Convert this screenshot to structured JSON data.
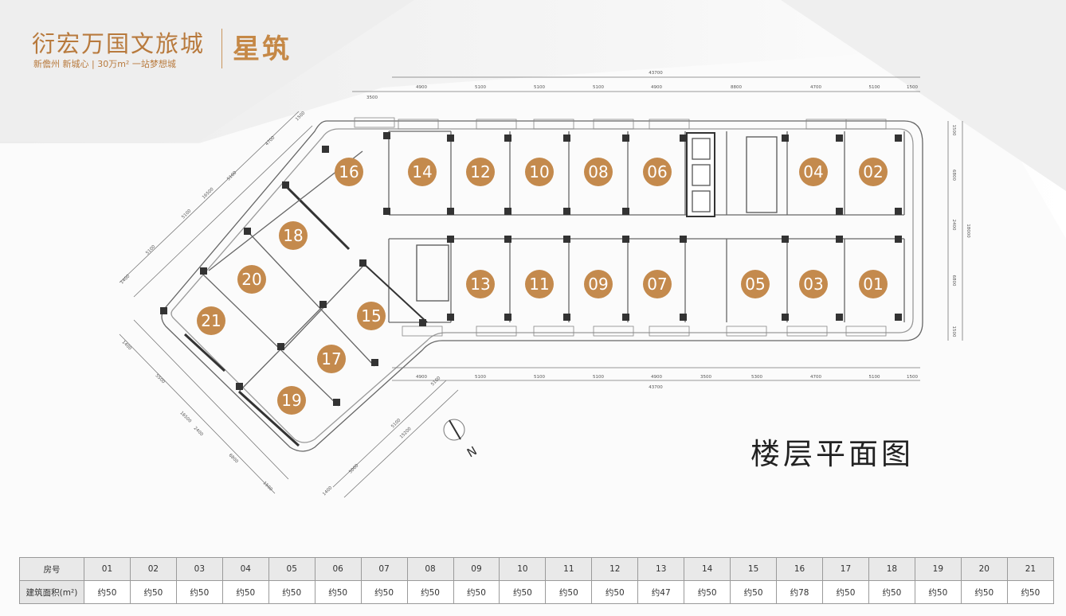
{
  "brand": {
    "title": "衍宏万国文旅城",
    "subtitle": "新儋州 新城心 | 30万m² 一站梦想城",
    "project": "星筑"
  },
  "floor_plan": {
    "title": "楼层平面图",
    "compass": "N",
    "accent_color": "#c48a4d",
    "top_dims": [
      "3500",
      "4900",
      "5100",
      "5100",
      "5100",
      "4900",
      "8800",
      "4700",
      "5100",
      "1500"
    ],
    "top_total": "43700",
    "bottom_dims": [
      "4900",
      "5100",
      "5100",
      "5100",
      "4900",
      "3500",
      "5300",
      "4700",
      "5100",
      "1500"
    ],
    "bottom_total": "43700",
    "right_dims": [
      "1500",
      "6800",
      "2400",
      "6800",
      "1500"
    ],
    "right_total": "18000",
    "upper_left_dims": [
      "1500",
      "4700",
      "5100",
      "16500",
      "5100",
      "5100",
      "1400"
    ],
    "lower_left_dims": [
      "1400",
      "5500",
      "16500",
      "2400",
      "6800",
      "1500"
    ],
    "lower_right_dims": [
      "5100",
      "5100",
      "15200",
      "5000",
      "1400"
    ],
    "rooms": [
      "16",
      "14",
      "12",
      "10",
      "08",
      "06",
      "04",
      "02",
      "18",
      "20",
      "21",
      "15",
      "17",
      "19",
      "13",
      "11",
      "09",
      "07",
      "05",
      "03",
      "01"
    ]
  },
  "area_table": {
    "header_label": "房号",
    "area_label": "建筑面积(m²)",
    "rooms": [
      "01",
      "02",
      "03",
      "04",
      "05",
      "06",
      "07",
      "08",
      "09",
      "10",
      "11",
      "12",
      "13",
      "14",
      "15",
      "16",
      "17",
      "18",
      "19",
      "20",
      "21"
    ],
    "areas": [
      "约50",
      "约50",
      "约50",
      "约50",
      "约50",
      "约50",
      "约50",
      "约50",
      "约50",
      "约50",
      "约50",
      "约50",
      "约47",
      "约50",
      "约50",
      "约78",
      "约50",
      "约50",
      "约50",
      "约50",
      "约50"
    ]
  }
}
